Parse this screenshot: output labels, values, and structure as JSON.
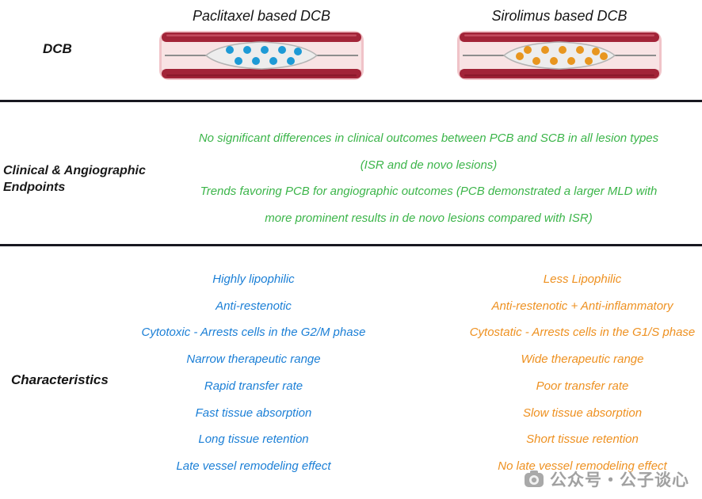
{
  "colors": {
    "paclitaxel_text": "#1b7fd6",
    "sirolimus_text": "#ee9121",
    "endpoints_text": "#3cb54a",
    "vessel_wall": "#a22438",
    "vessel_outer": "#f0c3c8",
    "lumen": "#f8e3e4",
    "balloon_fill": "#ededed",
    "balloon_stroke": "#b3b3b3",
    "wire": "#8d8d8d",
    "divider": "#181820",
    "watermark": "#9a9a9a"
  },
  "header_row": {
    "row_label": "DCB",
    "columns": [
      {
        "title": "Paclitaxel based DCB",
        "dot_color": "#1d9ad6"
      },
      {
        "title": "Sirolimus based DCB",
        "dot_color": "#e8961f"
      }
    ]
  },
  "endpoints": {
    "row_label_line1": "Clinical & Angiographic",
    "row_label_line2": "Endpoints",
    "lines": [
      "No significant differences in clinical outcomes between PCB and SCB in all lesion types",
      "(ISR and de novo lesions)",
      "Trends favoring PCB for angiographic outcomes (PCB demonstrated a larger MLD with",
      "more prominent results in de novo lesions compared with ISR)"
    ]
  },
  "characteristics": {
    "row_label": "Characteristics",
    "paclitaxel": [
      "Highly lipophilic",
      "Anti-restenotic",
      "Cytotoxic - Arrests cells in the G2/M phase",
      "Narrow therapeutic range",
      "Rapid transfer rate",
      "Fast tissue absorption",
      "Long tissue retention",
      "Late vessel remodeling effect"
    ],
    "sirolimus": [
      "Less Lipophilic",
      "Anti-restenotic + Anti-inflammatory",
      "Cytostatic - Arrests cells in the G1/S phase",
      "Wide therapeutic range",
      "Poor transfer rate",
      "Slow tissue absorption",
      "Short tissue retention",
      "No late vessel remodeling effect"
    ]
  },
  "watermark": {
    "text": "公众号・公子谈心"
  }
}
